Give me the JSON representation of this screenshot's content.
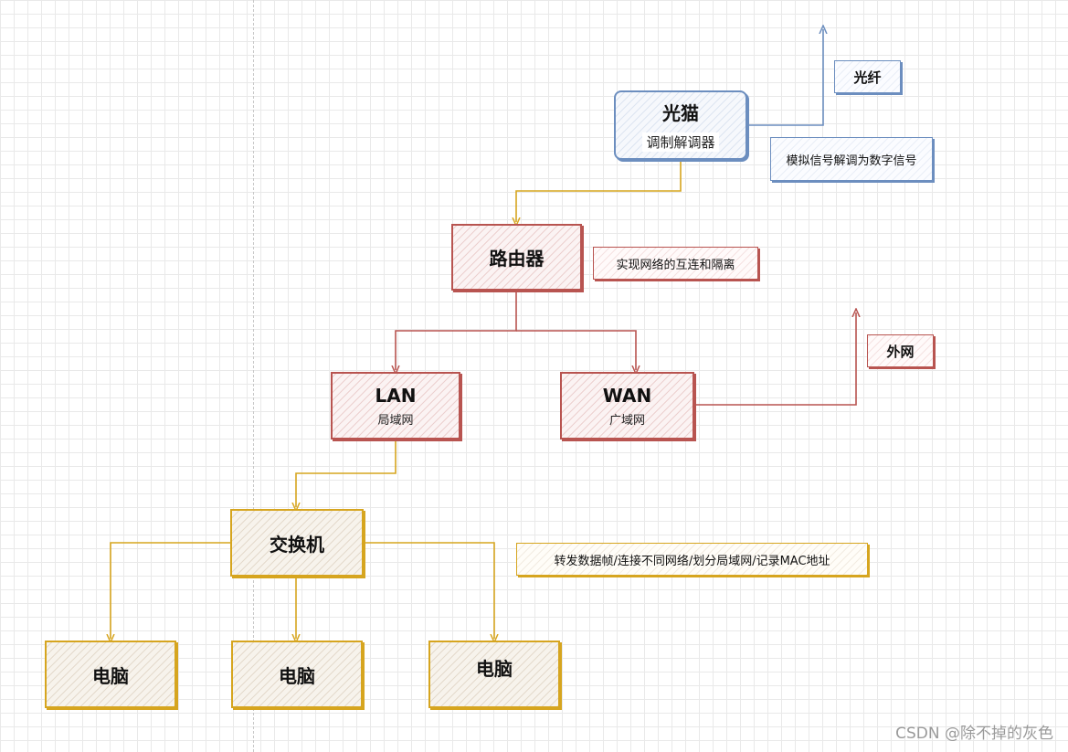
{
  "nodes": {
    "modem": {
      "title": "光猫",
      "subtitle": "调制解调器"
    },
    "router": {
      "title": "路由器"
    },
    "lan": {
      "title": "LAN",
      "subtitle": "局域网"
    },
    "wan": {
      "title": "WAN",
      "subtitle": "广域网"
    },
    "switch": {
      "title": "交换机"
    },
    "pc1": {
      "title": "电脑"
    },
    "pc2": {
      "title": "电脑"
    },
    "pc3": {
      "title": "电脑"
    }
  },
  "notes": {
    "fiber": "光纤",
    "modem_desc": "模拟信号解调为数字信号",
    "router_desc": "实现网络的互连和隔离",
    "external": "外网",
    "switch_desc": "转发数据帧/连接不同网络/划分局域网/记录MAC地址"
  },
  "watermark": "CSDN @除不掉的灰色",
  "colors": {
    "blue": "#6c8ebf",
    "red": "#b85450",
    "yellow": "#d6a51f",
    "grid": "#e9e9e9"
  }
}
